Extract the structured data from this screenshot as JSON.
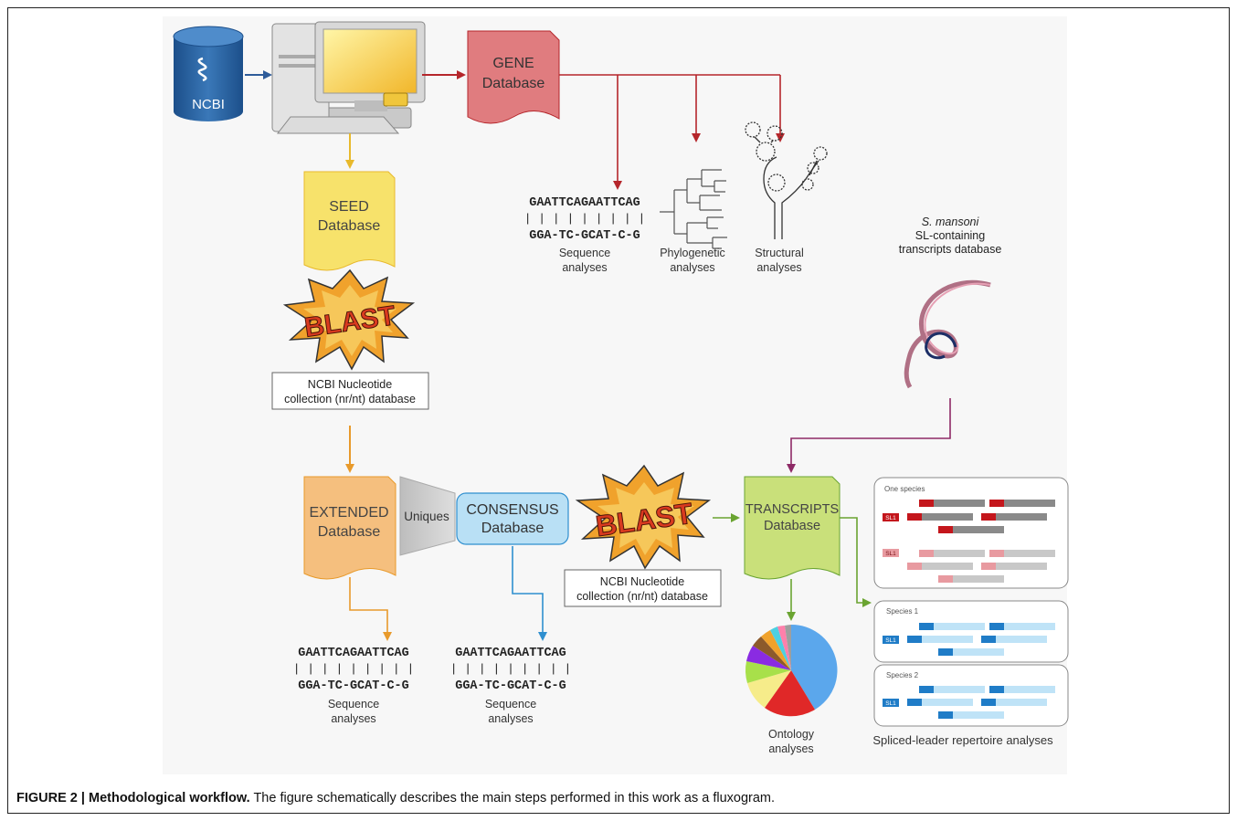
{
  "ncbi_label": "NCBI",
  "gene_db": {
    "line1": "GENE",
    "line2": "Database"
  },
  "seed_db": {
    "line1": "SEED",
    "line2": "Database"
  },
  "blast_label": "BLAST",
  "nt_db": {
    "line1": "NCBI Nucleotide",
    "line2": "collection (nr/nt) database"
  },
  "extended_db": {
    "line1": "EXTENDED",
    "line2": "Database"
  },
  "uniques_label": "Uniques",
  "consensus_db": {
    "line1": "CONSENSUS",
    "line2": "Database"
  },
  "transcripts_db": {
    "line1": "TRANSCRIPTS",
    "line2": "Database"
  },
  "sequence": {
    "top": "GAATTCAGAATTCAG",
    "bars": "| | |  | | | |  | |",
    "bottom": "GGA-TC-GCAT-C-G"
  },
  "sequence_analyses": {
    "line1": "Sequence",
    "line2": "analyses"
  },
  "phylogenetic_analyses": {
    "line1": "Phylogenetic",
    "line2": "analyses"
  },
  "structural_analyses": {
    "line1": "Structural",
    "line2": "analyses"
  },
  "smansoni": {
    "line1": "S. mansoni",
    "line2": "SL-containing",
    "line3": "transcripts database"
  },
  "ontology_analyses": {
    "line1": "Ontology",
    "line2": "analyses"
  },
  "one_species_label": "One species",
  "species1_label": "Species 1",
  "species2_label": "Species 2",
  "sl1_label": "SL1",
  "spliced_leader_label": "Spliced-leader repertoire analyses",
  "caption": {
    "bold": "FIGURE 2 | Methodological workflow.",
    "text": " The figure schematically describes the main steps performed in this work as a fluxogram."
  },
  "colors": {
    "gene": "#e07c7f",
    "gene_arrow": "#b5262b",
    "seed": "#f7e26b",
    "seed_arrow": "#e8b92c",
    "extended": "#f5bf7e",
    "extended_arrow": "#e89a2b",
    "consensus": "#b9e0f5",
    "consensus_arrow": "#2f8fcf",
    "transcripts": "#c9e07a",
    "transcripts_arrow": "#6aa431",
    "smansoni_arrow": "#8e2a66"
  }
}
